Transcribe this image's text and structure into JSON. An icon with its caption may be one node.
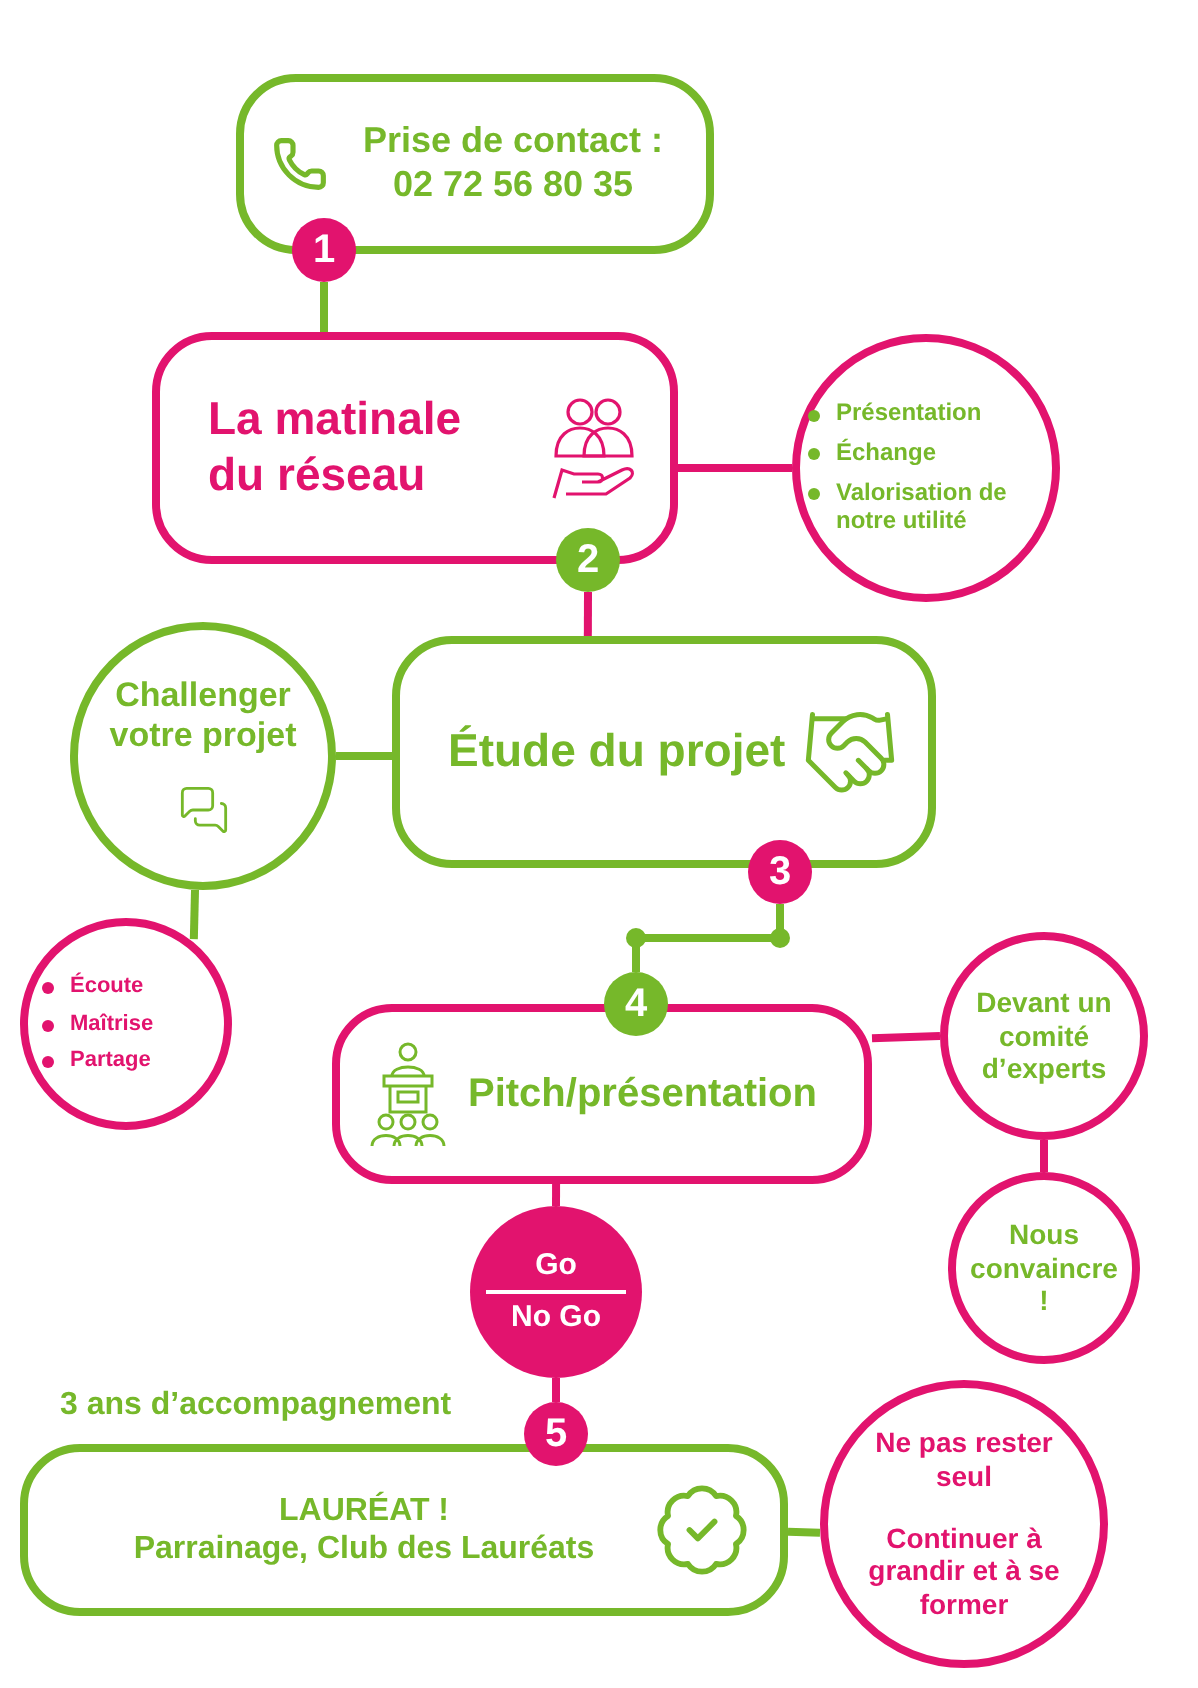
{
  "diagram": {
    "nodes": [
      {
        "text": [
          "Prise de contact :",
          "02 72 56 80 35"
        ]
      },
      {
        "text": [
          "1"
        ]
      },
      {
        "text": [
          "La matinale du réseau"
        ]
      },
      {
        "text": [
          "Présentation",
          "Échange",
          "Valorisation de notre utilité"
        ]
      },
      {
        "text": [
          "2"
        ]
      },
      {
        "text": [
          "Challenger votre projet"
        ]
      },
      {
        "text": [
          "Étude du projet"
        ]
      },
      {
        "text": [
          "Écoute",
          "Maîtrise",
          "Partage"
        ]
      },
      {
        "text": [
          "3"
        ]
      },
      {
        "text": [
          "4"
        ]
      },
      {
        "text": [
          "Pitch/présentation"
        ]
      },
      {
        "text": [
          "Devant un comité d’experts"
        ]
      },
      {
        "text": [
          "Nous convaincre !"
        ]
      },
      {
        "text": [
          "Go",
          "No Go"
        ]
      },
      {
        "text": [
          "5"
        ]
      },
      {
        "text": [
          "LAURÉAT !",
          "Parrainage, Club des Lauréats"
        ],
        "beside": [
          "3 ans d’accompagnement"
        ]
      },
      {
        "text": [
          "Ne pas rester seul",
          "Continuer à grandir et à se former"
        ]
      }
    ],
    "edges": [
      {
        "from": 1,
        "to": 2,
        "arrow": "none",
        "color": "#76b82a"
      },
      {
        "from": 2,
        "to": 3,
        "arrow": "none"
      },
      {
        "from": 4,
        "to": 6,
        "arrow": "none"
      },
      {
        "from": 5,
        "to": 6,
        "arrow": "none",
        "color": "#76b82a"
      },
      {
        "from": 5,
        "to": 7,
        "arrow": "none",
        "color": "#76b82a"
      },
      {
        "from": 8,
        "to": 9,
        "arrow": "none",
        "color": "#76b82a"
      },
      {
        "from": 10,
        "to": 11,
        "arrow": "none"
      },
      {
        "from": 11,
        "to": 12,
        "arrow": "none"
      },
      {
        "from": 10,
        "to": 13,
        "arrow": "none"
      },
      {
        "from": 13,
        "to": 14,
        "arrow": "none"
      },
      {
        "from": 15,
        "to": 16,
        "arrow": "none",
        "color": "#76b82a"
      }
    ]
  }
}
